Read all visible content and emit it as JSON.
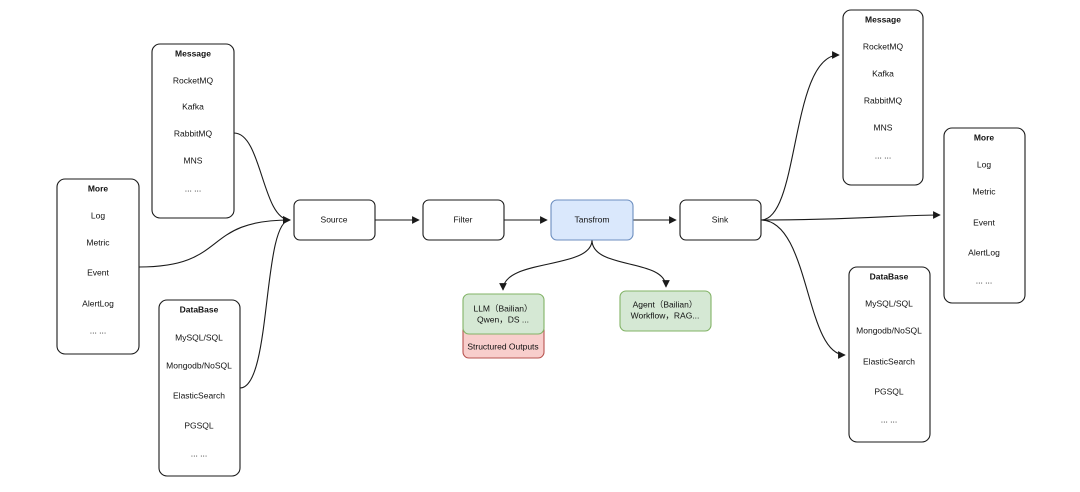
{
  "left_message": {
    "title": "Message",
    "items": [
      "RocketMQ",
      "Kafka",
      "RabbitMQ",
      "MNS",
      "... ..."
    ]
  },
  "left_more": {
    "title": "More",
    "items": [
      "Log",
      "Metric",
      "Event",
      "AlertLog",
      "... ..."
    ]
  },
  "left_database": {
    "title": "DataBase",
    "items": [
      "MySQL/SQL",
      "Mongodb/NoSQL",
      "ElasticSearch",
      "PGSQL",
      "... ..."
    ]
  },
  "pipeline": {
    "source": "Source",
    "filter": "Filter",
    "transform": "Tansfrom",
    "sink": "Sink"
  },
  "llm": {
    "line1": "LLM（Bailian）",
    "line2": "Qwen，DS ...",
    "structured": "Structured Outputs"
  },
  "agent": {
    "line1": "Agent（Bailian）",
    "line2": "Workflow，RAG..."
  },
  "right_message": {
    "title": "Message",
    "items": [
      "RocketMQ",
      "Kafka",
      "RabbitMQ",
      "MNS",
      "... ..."
    ]
  },
  "right_more": {
    "title": "More",
    "items": [
      "Log",
      "Metric",
      "Event",
      "AlertLog",
      "... ..."
    ]
  },
  "right_database": {
    "title": "DataBase",
    "items": [
      "MySQL/SQL",
      "Mongodb/NoSQL",
      "ElasticSearch",
      "PGSQL",
      "... ..."
    ]
  },
  "colors": {
    "transform_fill": "#dae8fc",
    "transform_stroke": "#6c8ebf",
    "green_fill": "#d5e8d4",
    "green_stroke": "#82b366",
    "red_fill": "#f8cecc",
    "red_stroke": "#b85450"
  }
}
